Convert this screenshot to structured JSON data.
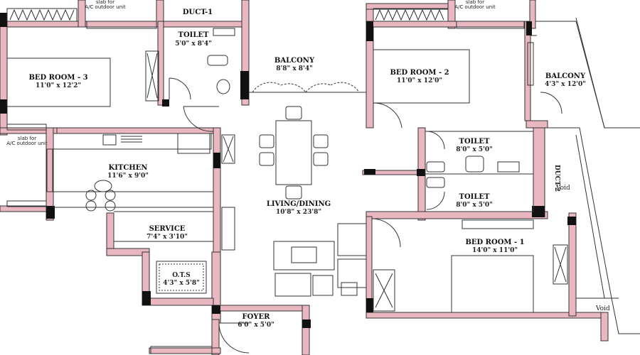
{
  "rooms": {
    "bedroom3": {
      "name": "BED ROOM - 3",
      "size": "11'0\" x 12'2\""
    },
    "toilet_top": {
      "name": "TOILET",
      "size": "5'0\" x 8'4\""
    },
    "duct1": {
      "name": "DUCT-1"
    },
    "balcony_center": {
      "name": "BALCONY",
      "size": "8'8\" x 8'4\""
    },
    "bedroom2": {
      "name": "BED ROOM - 2",
      "size": "11'0\" x 12'0\""
    },
    "balcony_right": {
      "name": "BALCONY",
      "size": "4'3\" x 12'0\""
    },
    "kitchen": {
      "name": "KITCHEN",
      "size": "11'6\" x 9'0\""
    },
    "toilet_r1": {
      "name": "TOILET",
      "size": "8'0\" x 5'0\""
    },
    "toilet_r2": {
      "name": "TOILET",
      "size": "8'0\" x 5'0\""
    },
    "duct2": {
      "name": "DUCT-2"
    },
    "living": {
      "name": "LIVING/DINING",
      "size": "10'8\" x 23'8\""
    },
    "service": {
      "name": "SERVICE",
      "size": "7'4\" x 3'10\""
    },
    "bedroom1": {
      "name": "BED ROOM - 1",
      "size": "14'0\" x 11'0\""
    },
    "ots": {
      "name": "O.T.S",
      "size": "4'3\" x 5'8\""
    },
    "foyer": {
      "name": "FOYER",
      "size": "6'0\" x 5'0\""
    }
  },
  "notes": {
    "ac_left_a": "slab for",
    "ac_left_b": "A/C outdoor unit",
    "ac_right_a": "slab for",
    "ac_right_b": "A/C outdoor unit",
    "ac_mid_a": "slab for",
    "ac_mid_b": "A/C outdoor unit",
    "void_a": "Void",
    "void_b": "Void"
  },
  "colors": {
    "wall": "#e9b7c0",
    "wall_outline": "#333333",
    "column": "#111111",
    "line": "#333333"
  }
}
